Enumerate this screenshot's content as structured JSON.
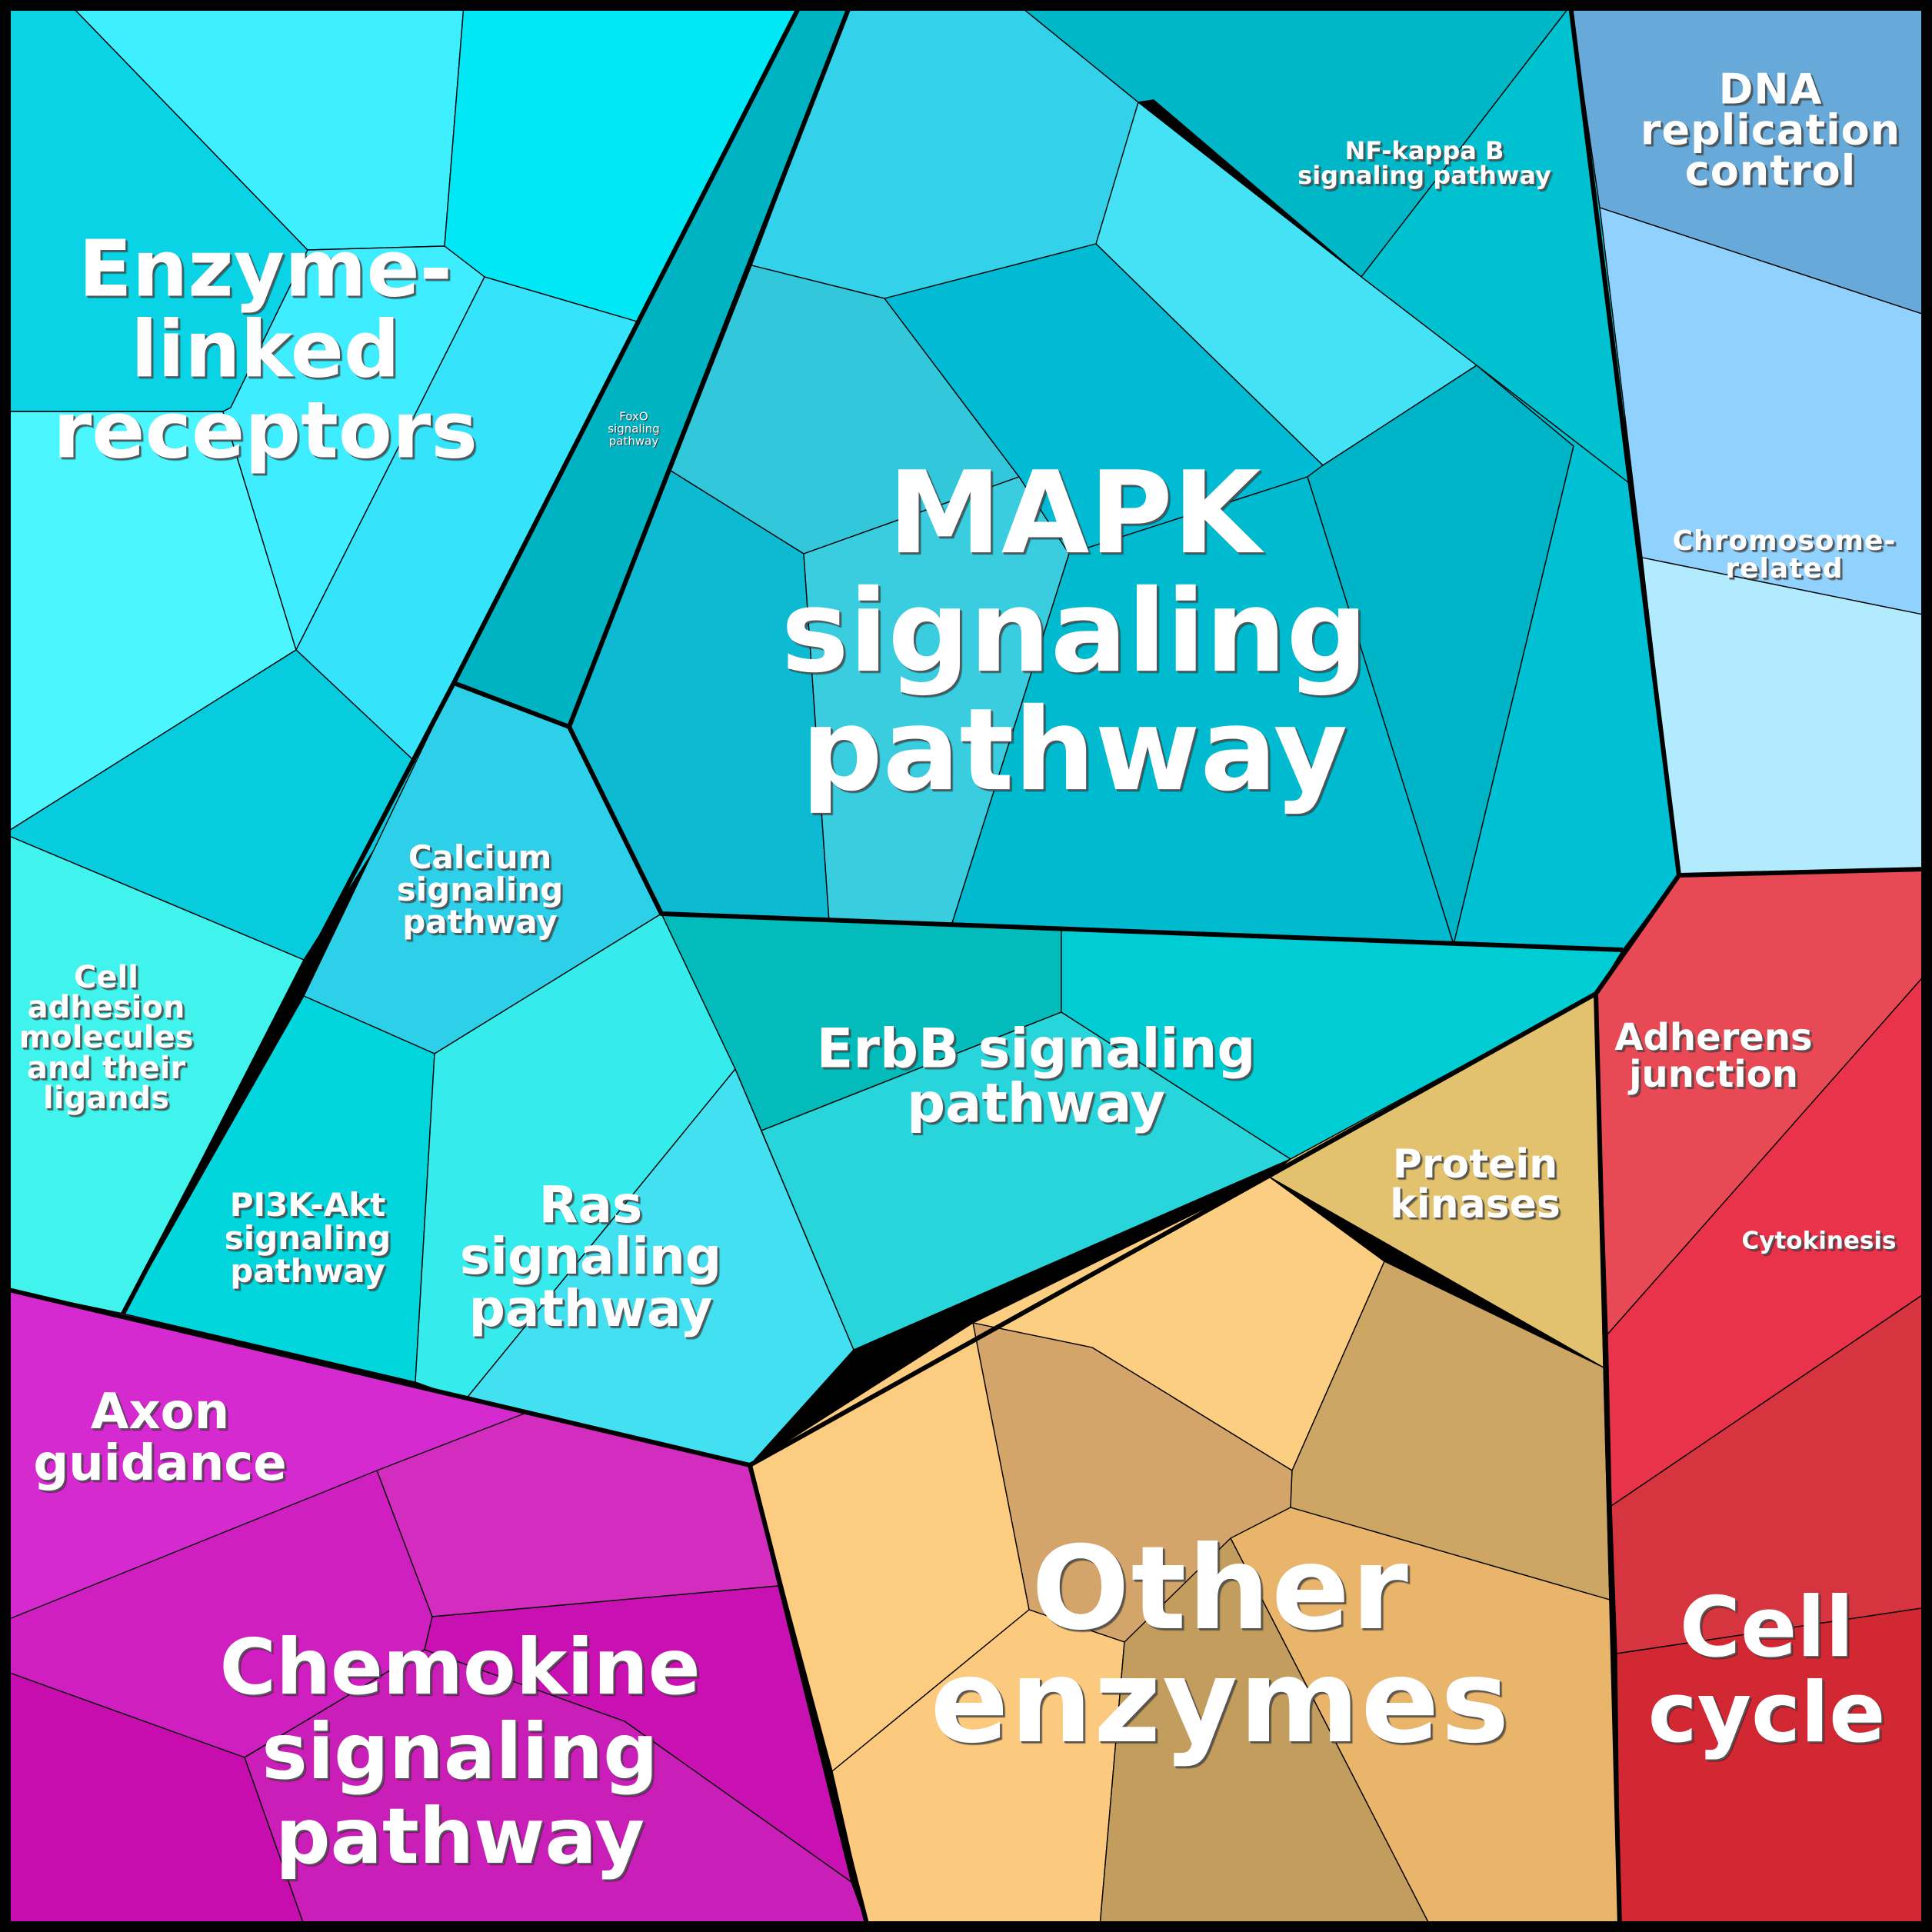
{
  "diagram": {
    "type": "voronoi-treemap",
    "groups": [
      {
        "name": "Enzyme-linked receptors",
        "color": "#3EEFFF"
      },
      {
        "name": "MAPK signaling pathway",
        "color": "#00BCD4"
      },
      {
        "name": "Chemokine signaling pathway",
        "color": "#D02BCB"
      },
      {
        "name": "Other enzymes",
        "color": "#F7C57D"
      },
      {
        "name": "Cell cycle",
        "color": "#D9303F"
      },
      {
        "name": "DNA replication control",
        "color": "#8ECFFA"
      }
    ],
    "cells": [
      {
        "id": "e1",
        "group": "Enzyme-linked receptors",
        "color": "#0AD3E6"
      },
      {
        "id": "e2",
        "group": "Enzyme-linked receptors",
        "color": "#3EF0FF"
      },
      {
        "id": "e3",
        "group": "Enzyme-linked receptors",
        "color": "#00E7F5"
      },
      {
        "id": "e4",
        "group": "Enzyme-linked receptors",
        "color": "#4BF6FF"
      },
      {
        "id": "e5",
        "group": "Enzyme-linked receptors",
        "color": "#3EEDFF"
      },
      {
        "id": "e6",
        "group": "Enzyme-linked receptors",
        "color": "#35E3FA"
      },
      {
        "id": "e7",
        "group": "Enzyme-linked receptors",
        "color": "#06CCDE"
      },
      {
        "id": "e8",
        "group": "Enzyme-linked receptors",
        "color": "#40F3EC"
      },
      {
        "id": "m_foxo",
        "group": "MAPK signaling pathway",
        "color": "#00B3C3"
      },
      {
        "id": "m1",
        "group": "MAPK signaling pathway",
        "color": "#33D1EA"
      },
      {
        "id": "m2",
        "group": "MAPK signaling pathway",
        "color": "#00B7C7"
      },
      {
        "id": "m3",
        "group": "MAPK signaling pathway",
        "color": "#45E2F5"
      },
      {
        "id": "m4",
        "group": "MAPK signaling pathway",
        "color": "#00C1D0"
      },
      {
        "id": "m5",
        "group": "MAPK signaling pathway",
        "color": "#33C7DB"
      },
      {
        "id": "m6",
        "group": "MAPK signaling pathway",
        "color": "#00BBD3"
      },
      {
        "id": "m7",
        "group": "MAPK signaling pathway",
        "color": "#00B4C8"
      },
      {
        "id": "m8",
        "group": "MAPK signaling pathway",
        "color": "#00C0D4"
      },
      {
        "id": "m9",
        "group": "MAPK signaling pathway",
        "color": "#0EB9D2"
      },
      {
        "id": "m10",
        "group": "MAPK signaling pathway",
        "color": "#3ACDE0"
      },
      {
        "id": "m11",
        "group": "MAPK signaling pathway",
        "color": "#00BBD0"
      },
      {
        "id": "m12",
        "group": "MAPK signaling pathway",
        "color": "#2ECFE8"
      },
      {
        "id": "m13",
        "group": "MAPK signaling pathway",
        "color": "#00D6DC"
      },
      {
        "id": "m14",
        "group": "MAPK signaling pathway",
        "color": "#35EBEC"
      },
      {
        "id": "m15",
        "group": "MAPK signaling pathway",
        "color": "#42E0F0"
      },
      {
        "id": "m16",
        "group": "MAPK signaling pathway",
        "color": "#03BBBB"
      },
      {
        "id": "m17",
        "group": "MAPK signaling pathway",
        "color": "#28D5DA"
      },
      {
        "id": "m18",
        "group": "MAPK signaling pathway",
        "color": "#00CDD3"
      },
      {
        "id": "c1",
        "group": "Chemokine signaling pathway",
        "color": "#D52ACF"
      },
      {
        "id": "c2",
        "group": "Chemokine signaling pathway",
        "color": "#D22DBE"
      },
      {
        "id": "c3",
        "group": "Chemokine signaling pathway",
        "color": "#D01FC0"
      },
      {
        "id": "c4",
        "group": "Chemokine signaling pathway",
        "color": "#C910B2"
      },
      {
        "id": "c5",
        "group": "Chemokine signaling pathway",
        "color": "#C70DAE"
      },
      {
        "id": "c6",
        "group": "Chemokine signaling pathway",
        "color": "#C91EB7"
      },
      {
        "id": "o1",
        "group": "Other enzymes",
        "color": "#E2C26E"
      },
      {
        "id": "o2",
        "group": "Other enzymes",
        "color": "#FCCE82"
      },
      {
        "id": "o3",
        "group": "Other enzymes",
        "color": "#D3A56A"
      },
      {
        "id": "o4",
        "group": "Other enzymes",
        "color": "#CDA565"
      },
      {
        "id": "o5",
        "group": "Other enzymes",
        "color": "#FCCD80"
      },
      {
        "id": "o6",
        "group": "Other enzymes",
        "color": "#E9B56B"
      },
      {
        "id": "o7",
        "group": "Other enzymes",
        "color": "#FCCA7E"
      },
      {
        "id": "o8",
        "group": "Other enzymes",
        "color": "#C39D5E"
      },
      {
        "id": "k1",
        "group": "Cell cycle",
        "color": "#E84A55"
      },
      {
        "id": "k2",
        "group": "Cell cycle",
        "color": "#E8334A"
      },
      {
        "id": "k3",
        "group": "Cell cycle",
        "color": "#D6353F"
      },
      {
        "id": "k4",
        "group": "Cell cycle",
        "color": "#D22834"
      },
      {
        "id": "d1",
        "group": "DNA replication control",
        "color": "#67A9D8"
      },
      {
        "id": "d2",
        "group": "DNA replication control",
        "color": "#90D2FD"
      },
      {
        "id": "d3",
        "group": "DNA replication control",
        "color": "#B2EBFE"
      }
    ],
    "labels": {
      "enzyme_linked": "Enzyme-\nlinked\nreceptors",
      "foxo": "FoxO\nsignaling\npathway",
      "mapk": "MAPK\nsignaling\npathway",
      "nfkb": "NF-kappa B\nsignaling pathway",
      "dna": "DNA\nreplication\ncontrol",
      "chromosome": "Chromosome-\nrelated",
      "calcium": "Calcium\nsignaling\npathway",
      "cell_adhesion": "Cell\nadhesion\nmolecules\nand their\nligands",
      "pi3k": "PI3K-Akt\nsignaling\npathway",
      "ras": "Ras\nsignaling\npathway",
      "erbb": "ErbB signaling\npathway",
      "adherens": "Adherens\njunction",
      "protein_kinases": "Protein\nkinases",
      "cytokinesis": "Cytokinesis",
      "axon": "Axon\nguidance",
      "chemokine": "Chemokine\nsignaling\npathway",
      "other_enzymes": "Other\nenzymes",
      "cell_cycle": "Cell\ncycle"
    }
  }
}
